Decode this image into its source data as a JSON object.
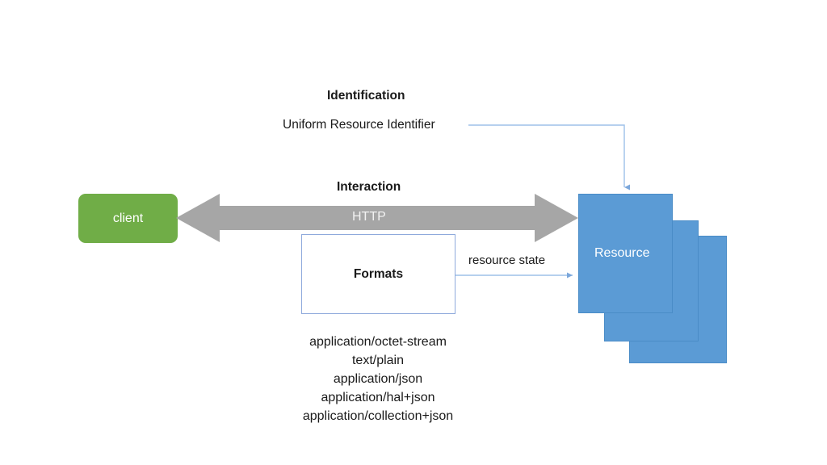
{
  "diagram": {
    "title_identification": "Identification",
    "title_interaction": "Interaction",
    "uri_label": "Uniform Resource Identifier",
    "client_label": "client",
    "protocol_label": "HTTP",
    "formats_label": "Formats",
    "resource_state_label": "resource state",
    "resource_label": "Resource",
    "media_types": [
      "application/octet-stream",
      "text/plain",
      "application/json",
      "application/hal+json",
      "application/collection+json"
    ],
    "colors": {
      "client_green": "#70AD47",
      "resource_blue": "#5B9BD5",
      "arrow_gray": "#A6A6A6",
      "connector_blue": "#8FAADC",
      "text_dark": "#1a1a1a",
      "text_light": "#ffffff"
    }
  }
}
